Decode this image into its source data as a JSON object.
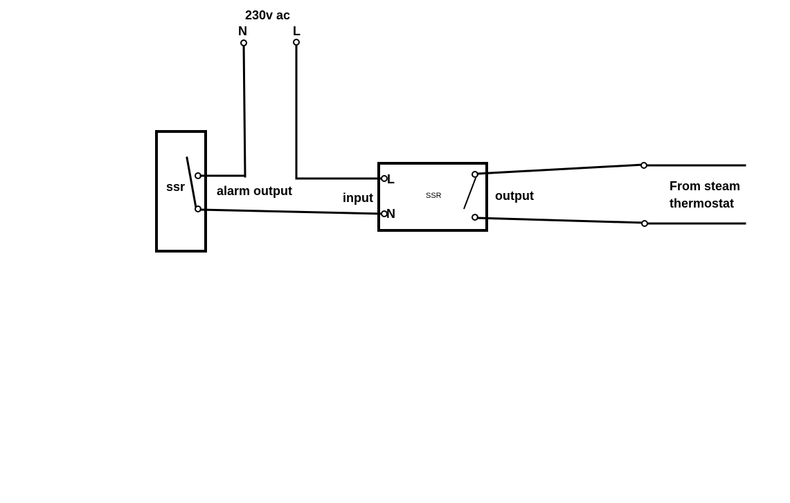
{
  "supply": {
    "title": "230v ac",
    "neutral_label": "N",
    "live_label": "L"
  },
  "alarm_relay": {
    "label": "ssr",
    "output_label": "alarm output"
  },
  "main_relay": {
    "label": "SSR",
    "input_label": "input",
    "terminal_l": "L",
    "terminal_n": "N",
    "output_label": "output"
  },
  "thermostat": {
    "label_line1": "From steam",
    "label_line2": "thermostat"
  }
}
